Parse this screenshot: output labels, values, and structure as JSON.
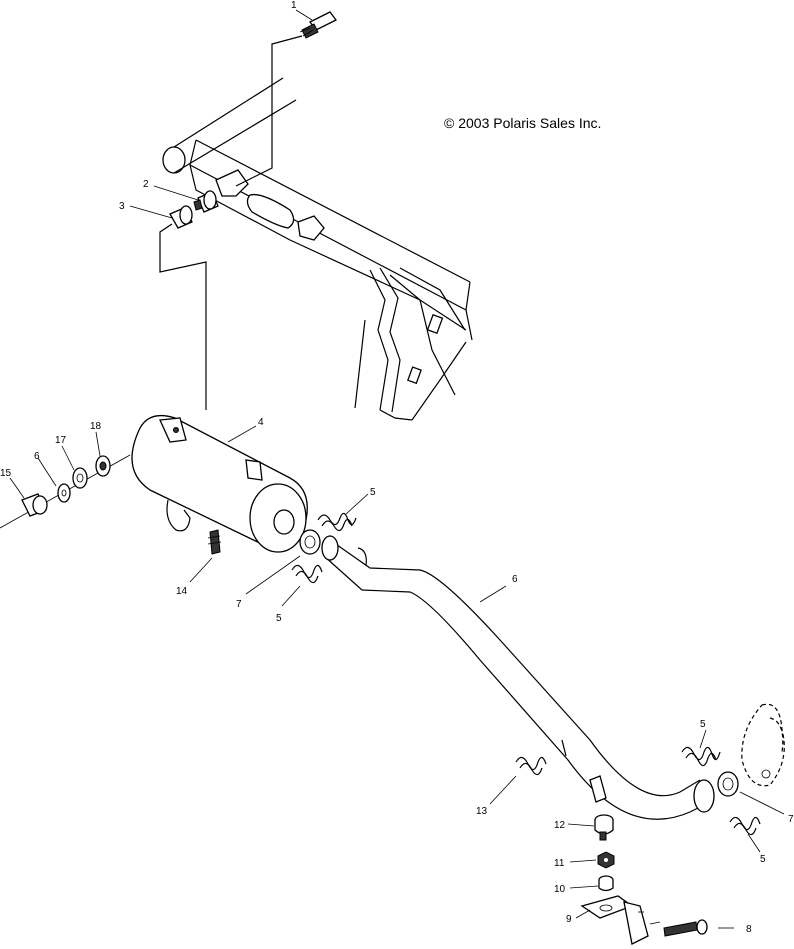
{
  "copyright": "© 2003 Polaris Sales Inc.",
  "callouts": {
    "c1": "1",
    "c2": "2",
    "c3": "3",
    "c4": "4",
    "c5a": "5",
    "c5b": "5",
    "c5c": "5",
    "c5d": "5",
    "c6a": "6",
    "c6b": "6",
    "c7a": "7",
    "c7b": "7",
    "c8": "8",
    "c9": "9",
    "c10": "10",
    "c11": "11",
    "c12": "12",
    "c13": "13",
    "c14": "14",
    "c15": "15",
    "c17": "17",
    "c18": "18"
  }
}
